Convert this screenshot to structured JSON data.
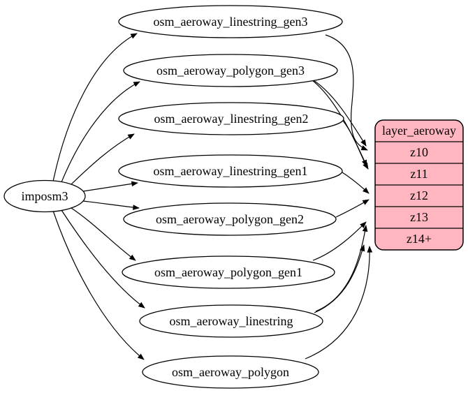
{
  "diagram": {
    "kind": "graphviz-etl-graph",
    "colors": {
      "background": "#ffffff",
      "node_fill": "#ffffff",
      "edge_color": "#000000",
      "record_fill": "#ffb6c1",
      "text_color": "#000000"
    },
    "source": {
      "label": "imposm3"
    },
    "tables": [
      {
        "label": "osm_aeroway_linestring_gen3"
      },
      {
        "label": "osm_aeroway_polygon_gen3"
      },
      {
        "label": "osm_aeroway_linestring_gen2"
      },
      {
        "label": "osm_aeroway_linestring_gen1"
      },
      {
        "label": "osm_aeroway_polygon_gen2"
      },
      {
        "label": "osm_aeroway_polygon_gen1"
      },
      {
        "label": "osm_aeroway_linestring"
      },
      {
        "label": "osm_aeroway_polygon"
      }
    ],
    "layer": {
      "title": "layer_aeroway",
      "rows": [
        "z10",
        "z11",
        "z12",
        "z13",
        "z14+"
      ]
    },
    "edges": {
      "from_source": [
        "osm_aeroway_linestring_gen3",
        "osm_aeroway_polygon_gen3",
        "osm_aeroway_linestring_gen2",
        "osm_aeroway_linestring_gen1",
        "osm_aeroway_polygon_gen2",
        "osm_aeroway_polygon_gen1",
        "osm_aeroway_linestring",
        "osm_aeroway_polygon"
      ],
      "to_layer": [
        {
          "from": "osm_aeroway_linestring_gen3",
          "to": "z10"
        },
        {
          "from": "osm_aeroway_polygon_gen3",
          "to": "z10"
        },
        {
          "from": "osm_aeroway_polygon_gen3",
          "to": "z11"
        },
        {
          "from": "osm_aeroway_linestring_gen2",
          "to": "z11"
        },
        {
          "from": "osm_aeroway_linestring_gen1",
          "to": "z12"
        },
        {
          "from": "osm_aeroway_polygon_gen2",
          "to": "z12"
        },
        {
          "from": "osm_aeroway_polygon_gen1",
          "to": "z13"
        },
        {
          "from": "osm_aeroway_linestring",
          "to": "z13"
        },
        {
          "from": "osm_aeroway_linestring",
          "to": "z14+"
        },
        {
          "from": "osm_aeroway_polygon",
          "to": "z14+"
        }
      ]
    }
  }
}
